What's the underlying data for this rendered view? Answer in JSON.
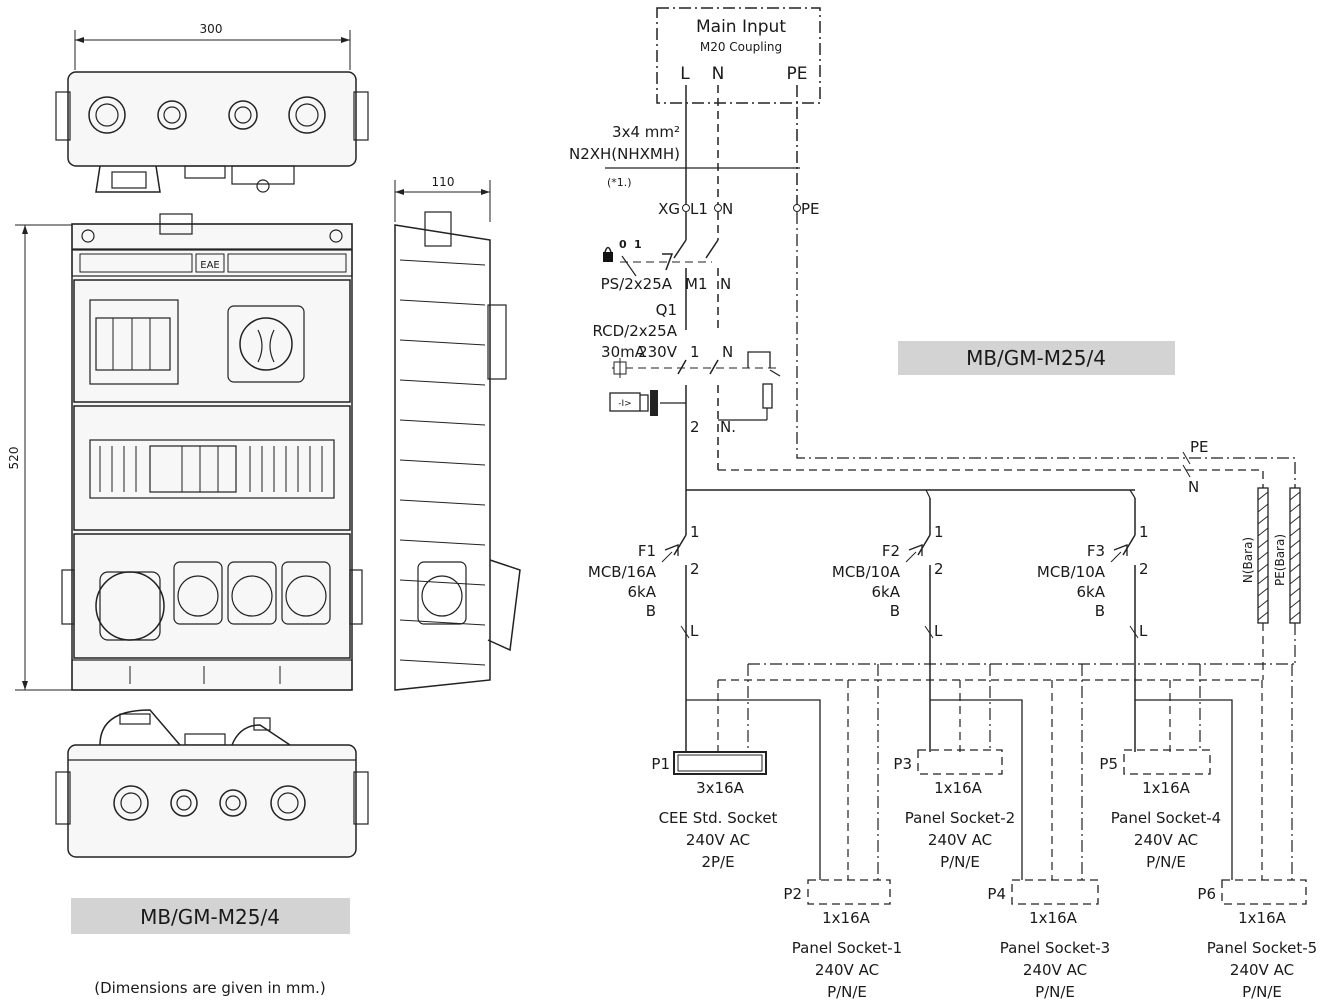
{
  "drawing": {
    "dim_width": "300",
    "dim_height": "520",
    "dim_depth": "110",
    "logo": "EAE",
    "model_label_left": "MB/GM-M25/4",
    "footnote": "(Dimensions are given in mm.)"
  },
  "schematic": {
    "model_label": "MB/GM-M25/4",
    "main_input": {
      "title": "Main Input",
      "subtitle": "M20 Coupling",
      "L": "L",
      "N": "N",
      "PE": "PE"
    },
    "cable": {
      "size": "3x4 mm²",
      "type": "N2XH(NHXMH)",
      "note": "(*1.)"
    },
    "terminal": {
      "xg": "XG",
      "l1": "L1",
      "n": "N",
      "pe": "PE"
    },
    "switch": {
      "name": "PS/2x25A",
      "m1": "M1",
      "n": "N",
      "pos0": "0",
      "pos1": "1"
    },
    "rcd": {
      "q": "Q1",
      "name": "RCD/2x25A",
      "rating1": "30mA",
      "rating2": "230V",
      "t1": "1",
      "tn": "N",
      "t2": "2",
      "tn2": "N."
    },
    "bus": {
      "pe": "PE",
      "n": "N",
      "n_bar": "N(Bara)",
      "pe_bar": "PE(Bara)"
    },
    "breakers": [
      {
        "id": "F1",
        "type": "MCB/16A",
        "ka": "6kA",
        "curve": "B",
        "t1": "1",
        "t2": "2",
        "l": "L"
      },
      {
        "id": "F2",
        "type": "MCB/10A",
        "ka": "6kA",
        "curve": "B",
        "t1": "1",
        "t2": "2",
        "l": "L"
      },
      {
        "id": "F3",
        "type": "MCB/10A",
        "ka": "6kA",
        "curve": "B",
        "t1": "1",
        "t2": "2",
        "l": "L"
      }
    ],
    "sockets": [
      {
        "id": "P1",
        "rating": "3x16A",
        "name": "CEE Std. Socket",
        "voltage": "240V AC",
        "poles": "2P/E"
      },
      {
        "id": "P2",
        "rating": "1x16A",
        "name": "Panel Socket-1",
        "voltage": "240V AC",
        "poles": "P/N/E"
      },
      {
        "id": "P3",
        "rating": "1x16A",
        "name": "Panel Socket-2",
        "voltage": "240V AC",
        "poles": "P/N/E"
      },
      {
        "id": "P4",
        "rating": "1x16A",
        "name": "Panel Socket-3",
        "voltage": "240V AC",
        "poles": "P/N/E"
      },
      {
        "id": "P5",
        "rating": "1x16A",
        "name": "Panel Socket-4",
        "voltage": "240V AC",
        "poles": "P/N/E"
      },
      {
        "id": "P6",
        "rating": "1x16A",
        "name": "Panel Socket-5",
        "voltage": "240V AC",
        "poles": "P/N/E"
      }
    ]
  }
}
